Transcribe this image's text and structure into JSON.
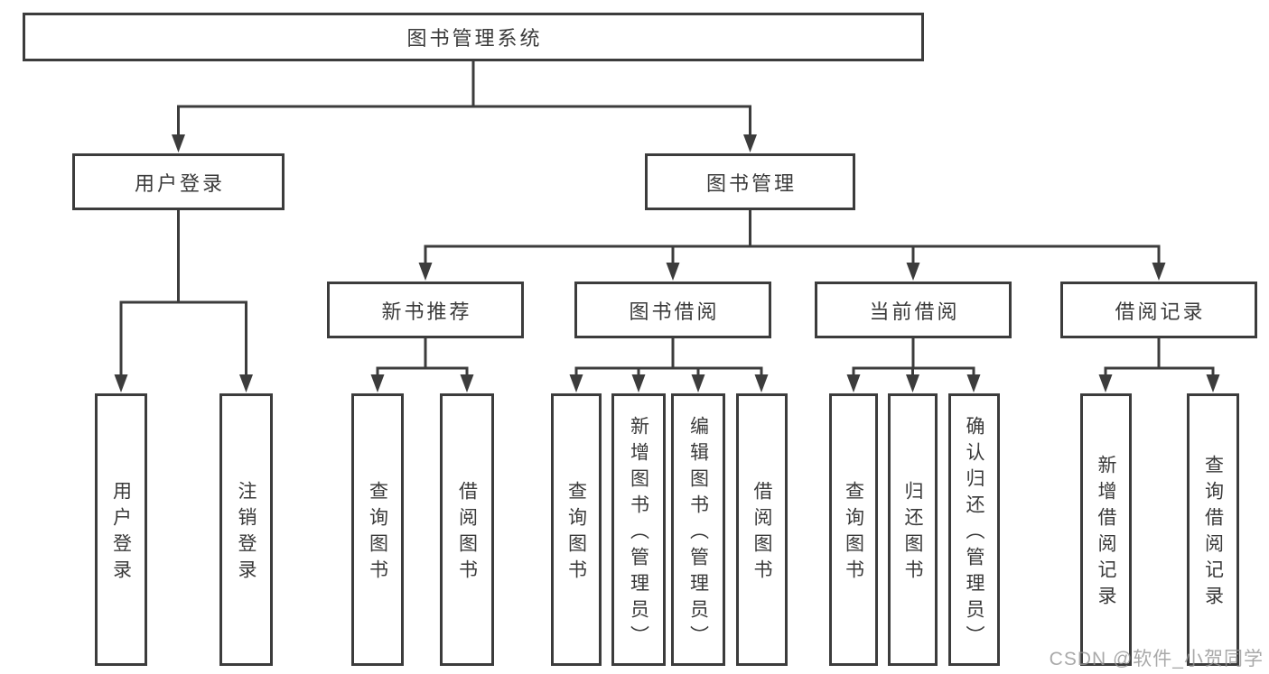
{
  "diagram": {
    "root": "图书管理系统",
    "user_login": "用户登录",
    "book_management": "图书管理",
    "new_book_recommend": "新书推荐",
    "book_borrow": "图书借阅",
    "current_borrow": "当前借阅",
    "borrow_records": "借阅记录",
    "leaves": {
      "user_login": "用户登录",
      "logout": "注销登录",
      "nbr_query_books": "查询图书",
      "nbr_borrow_books": "借阅图书",
      "bb_query_books": "查询图书",
      "bb_add_books_admin": "新增图书（管理员）",
      "bb_edit_books_admin": "编辑图书（管理员）",
      "bb_borrow_books": "借阅图书",
      "cb_query_books": "查询图书",
      "cb_return_books": "归还图书",
      "cb_confirm_return_admin": "确认归还（管理员）",
      "br_add_record": "新增借阅记录",
      "br_query_record": "查询借阅记录"
    }
  },
  "watermark": "CSDN @软件_小贺同学",
  "colors": {
    "line": "#3c3c3c",
    "text": "#3a3a3a",
    "background": "#ffffff",
    "watermark": "#949494"
  }
}
